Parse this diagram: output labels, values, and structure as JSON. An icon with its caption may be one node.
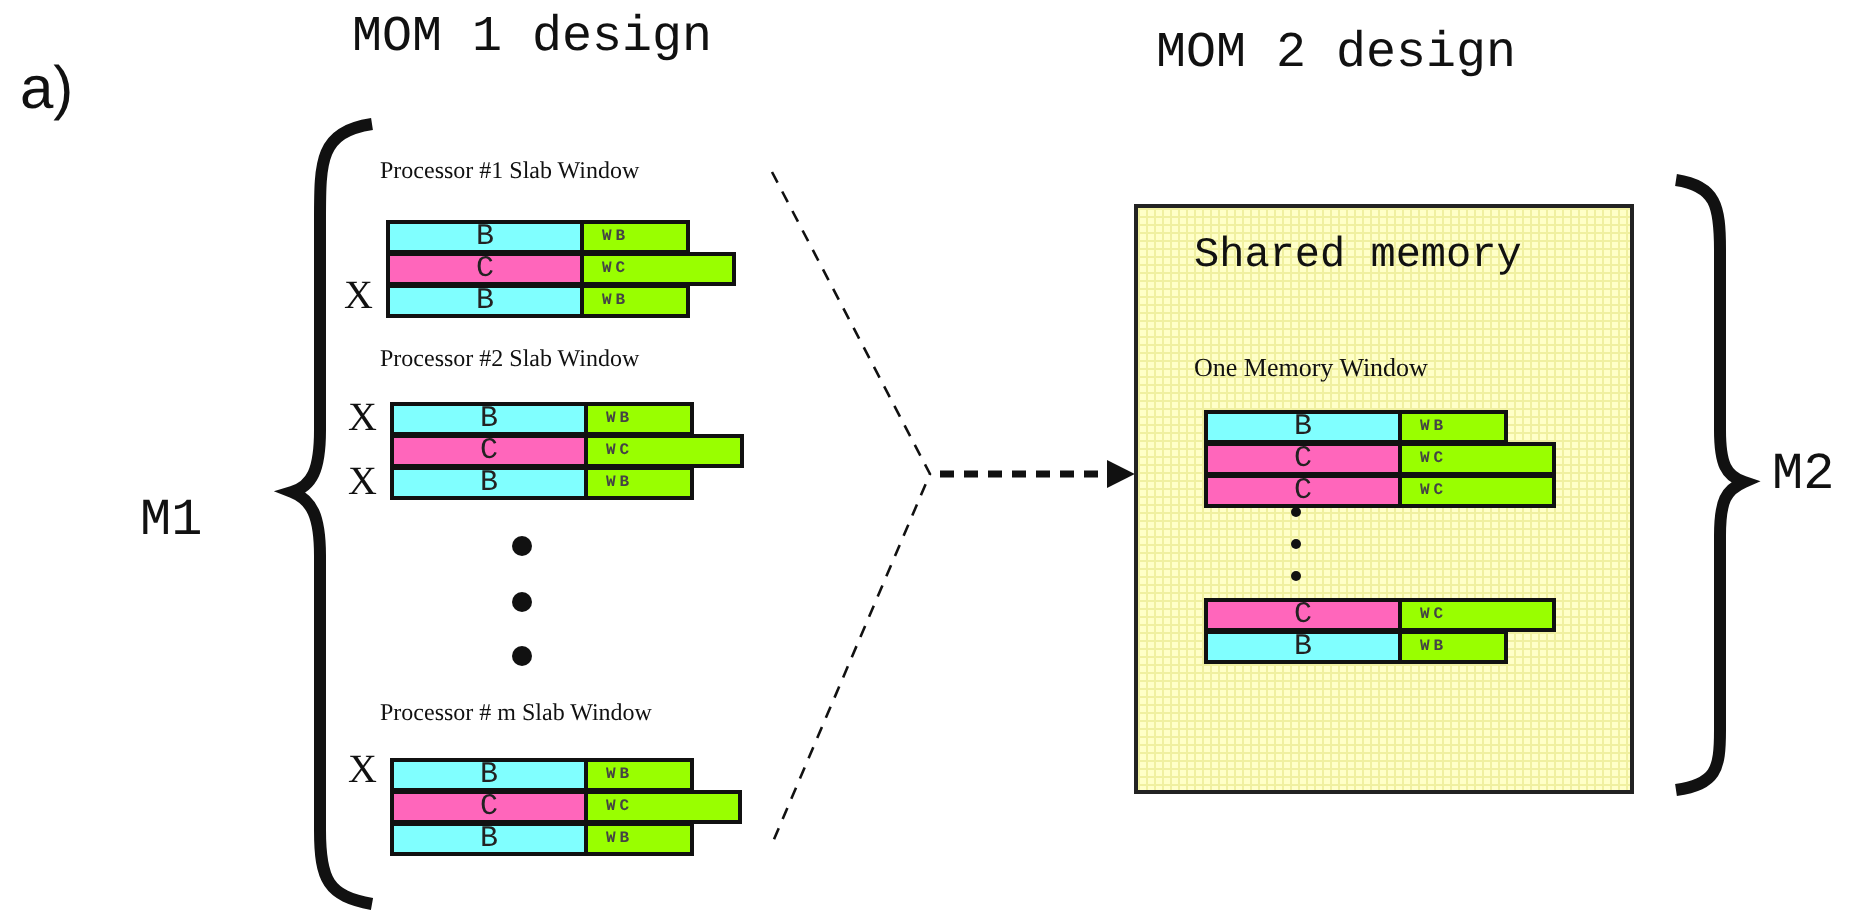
{
  "diagram": {
    "nodes": [
      {
        "text": [
          "B"
        ]
      },
      {
        "text": [
          "WB"
        ]
      },
      {
        "text": [
          "C"
        ]
      },
      {
        "text": [
          "WC"
        ]
      },
      {
        "text": [
          "B"
        ]
      },
      {
        "text": [
          "WB"
        ]
      },
      {
        "text": [
          "B"
        ]
      },
      {
        "text": [
          "WB"
        ]
      },
      {
        "text": [
          "C"
        ]
      },
      {
        "text": [
          "WC"
        ]
      },
      {
        "text": [
          "B"
        ]
      },
      {
        "text": [
          "WB"
        ]
      },
      {
        "text": [
          "B"
        ]
      },
      {
        "text": [
          "WB"
        ]
      },
      {
        "text": [
          "C"
        ]
      },
      {
        "text": [
          "WC"
        ]
      },
      {
        "text": [
          "B"
        ]
      },
      {
        "text": [
          "WB"
        ]
      },
      {
        "text": [
          "Shared memory",
          "One Memory Window"
        ]
      },
      {
        "text": [
          "B"
        ],
        "in": 18
      },
      {
        "text": [
          "WB"
        ],
        "in": 18
      },
      {
        "text": [
          "C"
        ],
        "in": 18
      },
      {
        "text": [
          "WC"
        ],
        "in": 18
      },
      {
        "text": [
          "C"
        ],
        "in": 18
      },
      {
        "text": [
          "WC"
        ],
        "in": 18
      },
      {
        "text": [
          "C"
        ],
        "in": 18
      },
      {
        "text": [
          "WC"
        ],
        "in": 18
      },
      {
        "text": [
          "B"
        ],
        "in": 18
      },
      {
        "text": [
          "WB"
        ],
        "in": 18
      }
    ],
    "edges": [
      {
        "from": null,
        "to": 18,
        "arrow": "to",
        "style": "dashed"
      }
    ],
    "labels": [
      "a)",
      "MOM 1 design",
      "MOM 2 design",
      "Processor #1 Slab Window",
      "X",
      "Processor #2 Slab Window",
      "X",
      "X",
      "M1",
      "M2",
      "Processor # m Slab Window",
      "X"
    ]
  }
}
